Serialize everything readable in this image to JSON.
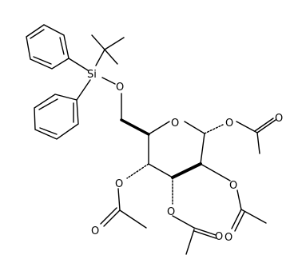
{
  "atoms": {
    "si": "Si",
    "o_silyl": "O",
    "o_ring": "O",
    "o_c1": "O",
    "o_c1_carbonyl": "O",
    "o_c2": "O",
    "o_c2_carbonyl": "O",
    "o_c3": "O",
    "o_c3_carbonyl": "O",
    "o_c4": "O",
    "o_c4_carbonyl": "O"
  }
}
